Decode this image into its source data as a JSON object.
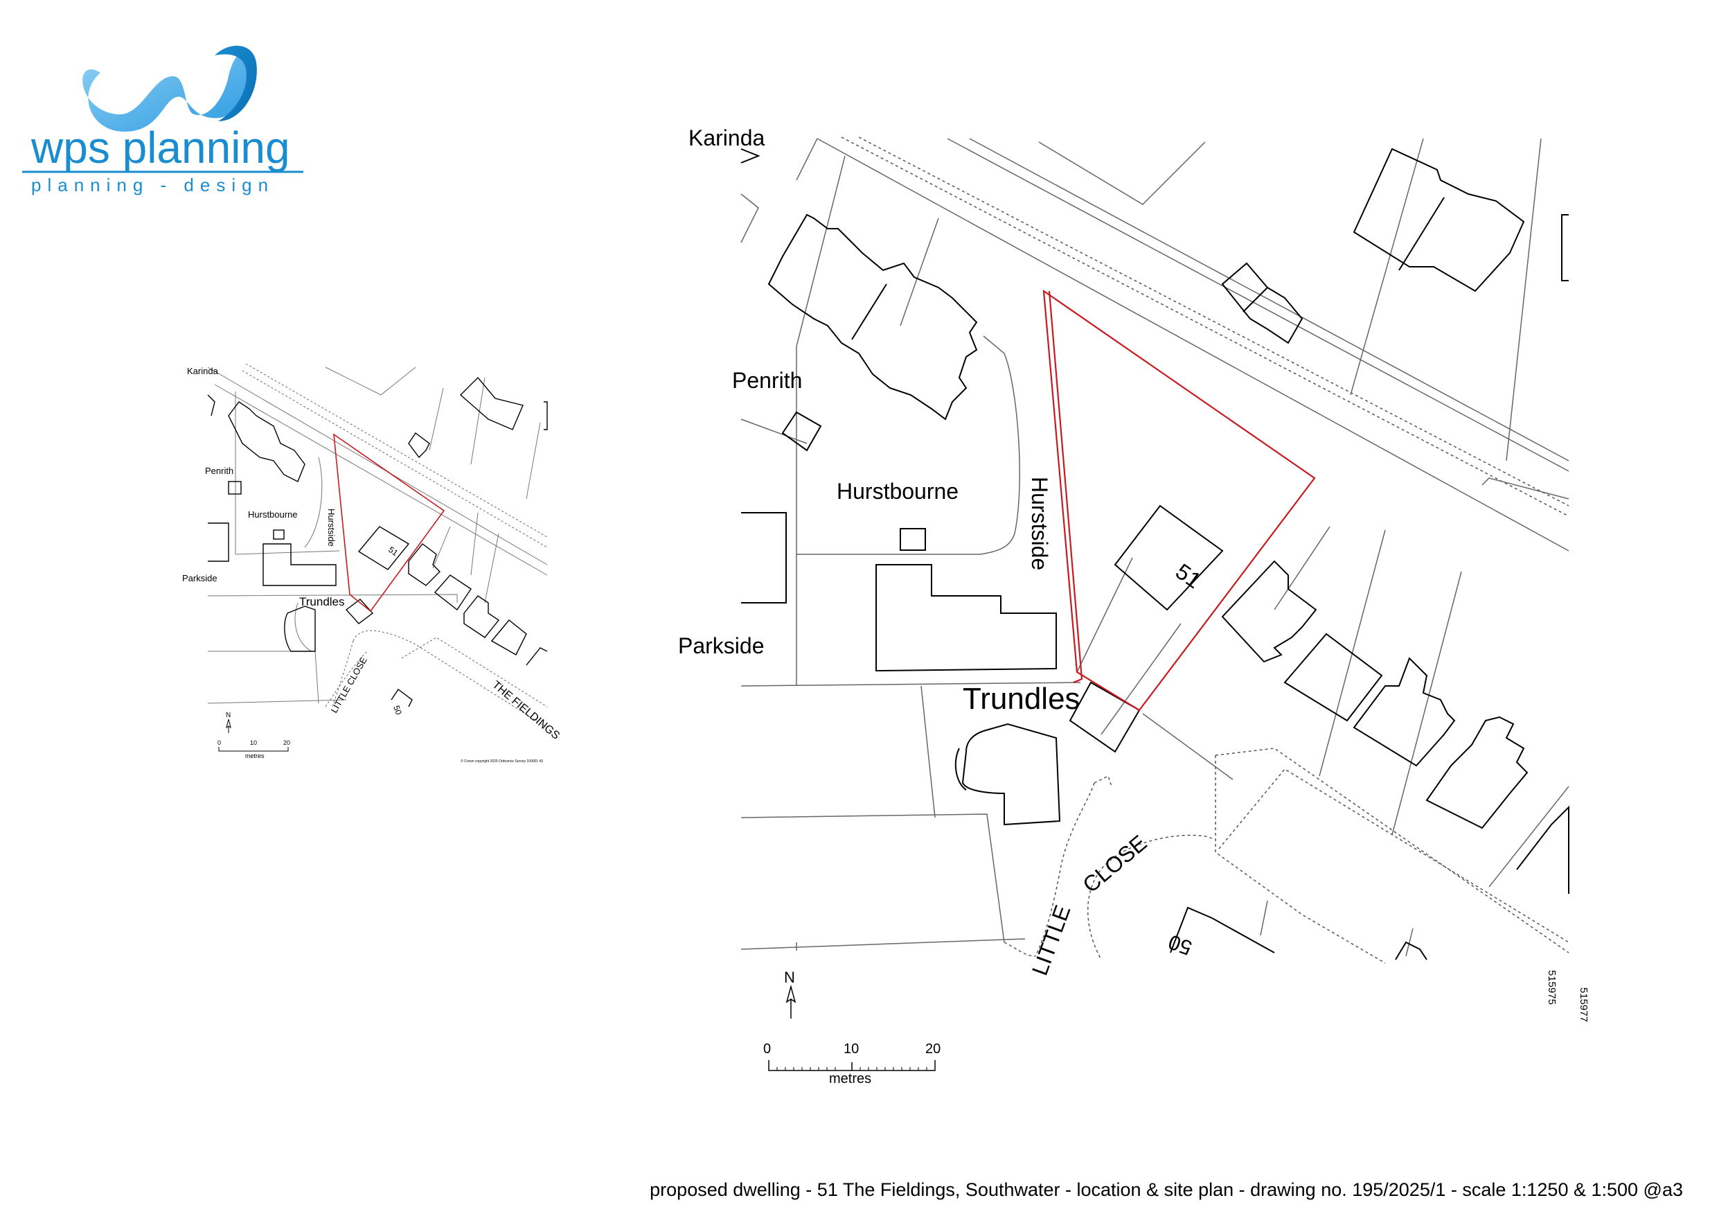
{
  "logo": {
    "name": "wps planning",
    "tagline": "planning - design",
    "color": "#1a8cd0"
  },
  "site_plan": {
    "labels": {
      "karinda": "Karinda",
      "penrith": "Penrith",
      "hurstbourne": "Hurstbourne",
      "hurstside": "Hurstside",
      "parkside": "Parkside",
      "trundles": "Trundles",
      "plot": "51",
      "little": "LITTLE",
      "close": "CLOSE",
      "house_50": "50"
    },
    "north": "N",
    "scalebar": {
      "ticks": [
        "0",
        "10",
        "20"
      ],
      "unit": "metres"
    },
    "grid_refs": [
      "515975",
      "515977"
    ]
  },
  "location_plan": {
    "labels": {
      "karinda": "Karinda",
      "penrith": "Penrith",
      "hurstbourne": "Hurstbourne",
      "hurstside": "Hurstside",
      "parkside": "Parkside",
      "trundles": "Trundles",
      "plot": "51",
      "little_close": "LITTLE CLOSE",
      "the_fieldings": "THE FIELDINGS",
      "house_50": "50"
    },
    "north": "N",
    "scalebar": {
      "ticks": [
        "0",
        "10",
        "20"
      ],
      "unit": "metres"
    },
    "copyright": "© Crown copyright 2025 Ordnance Survey 100001 43"
  },
  "colors": {
    "boundary_red": "#c8191e",
    "logo_blue": "#1a8cd0"
  },
  "footer": {
    "title": "proposed dwelling - 51 The Fieldings, Southwater - location & site plan - drawing no. 195/2025/1 - scale 1:1250 & 1:500 @a3"
  }
}
